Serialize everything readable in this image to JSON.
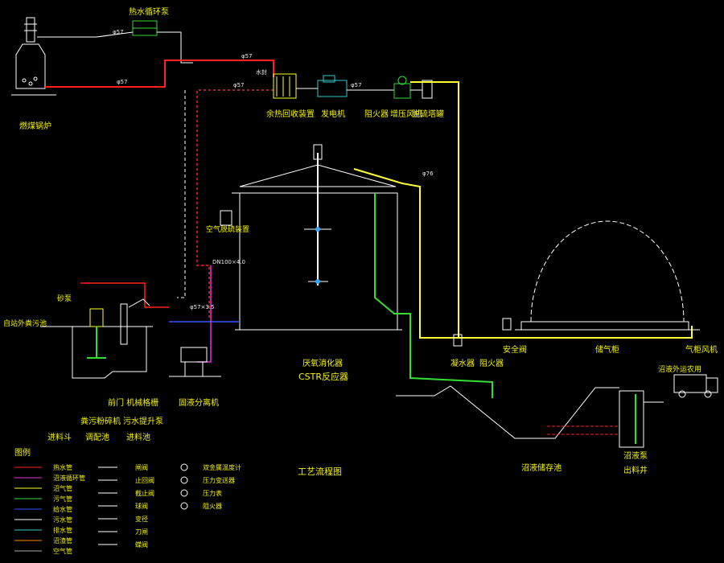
{
  "drawing": {
    "title": "工艺流程图",
    "labels": {
      "boiler": "燃煤锅炉",
      "circ_pump": "热水循环泵",
      "cogen": "余热回收装置",
      "generator": "发电机",
      "flame_arrester_top": "阻火器",
      "booster_fan": "增压风机",
      "desulfurizer": "脱硫塔罐",
      "air_desulf": "空气脱硫装置",
      "water_seal": "水封",
      "sand_pump": "砂泵",
      "inlet_pond": "自站外粪污池",
      "reactor": "厌氧消化器",
      "cstr": "CSTR反应器",
      "anteroom": "前门  机械格栅",
      "separator": "固液分离机",
      "gas_bag": "储气柜",
      "safety_valve": "安全阀",
      "blower": "气柜风机",
      "condenser": "凝水器",
      "flame_arrester_mid": "阻火器",
      "outlet_use": "沼液外运农用",
      "lagoon": "沼液储存池",
      "outlet_well": "出料井",
      "sump": "沼液泵",
      "stage_feed": "进料斗",
      "stage_homog": "调配池",
      "stage_crusher": "粪污粉碎机",
      "stage_pump": "污水提升泵",
      "stage_feed2": "进料池"
    },
    "pipe_tags": {
      "p1": "φ57",
      "p2": "φ57",
      "p3": "φ57",
      "p4": "φ57",
      "p5": "φ57",
      "p6": "φ76",
      "p7": "DN100×4.0",
      "p8": "φ57×3.5"
    },
    "legend": {
      "title": "图例",
      "lines": [
        "热水管",
        "沼液循环管",
        "沼气管",
        "污气管",
        "给水管",
        "污水管",
        "排水管",
        "沼渣管",
        "空气管"
      ],
      "symbols1": [
        "闸阀",
        "止回阀",
        "截止阀",
        "球阀",
        "变径",
        "刀闸",
        "蝶阀"
      ],
      "symbols2": [
        "双金属温度计",
        "压力变送器",
        "压力表",
        "阻火器"
      ]
    },
    "colors": {
      "hot_water": "#ff2020",
      "biogas": "#ffff33",
      "slurry": "#33dd33",
      "white": "#ffffff",
      "magenta": "#dd33dd",
      "blue": "#3355ff",
      "label": "#f2f200"
    }
  }
}
